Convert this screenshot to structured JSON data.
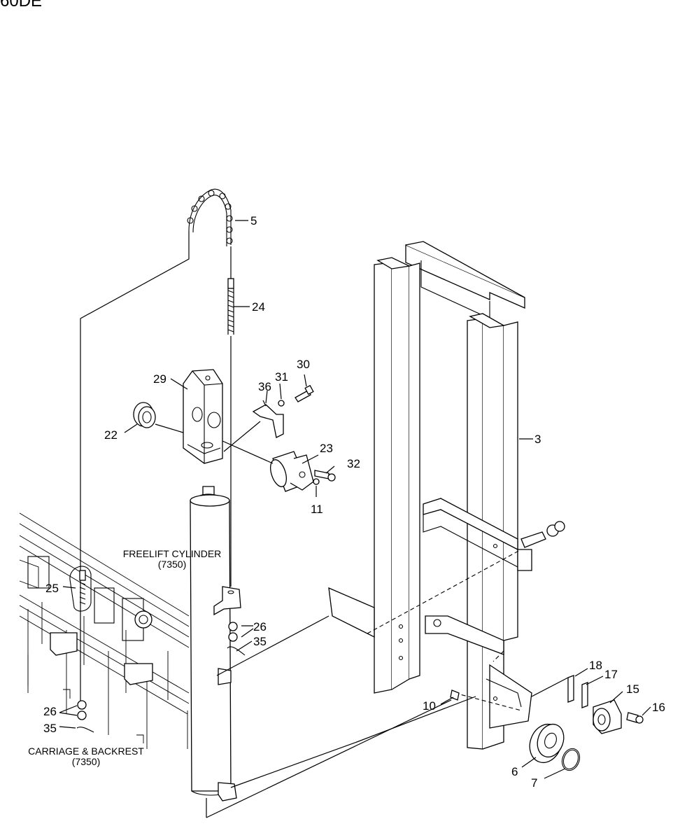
{
  "header": {
    "model_code": "60DE"
  },
  "notes": {
    "freelift_cylinder": {
      "line1": "FREELIFT CYLINDER",
      "line2": "(7350)"
    },
    "carriage_backrest": {
      "line1": "CARRIAGE & BACKREST",
      "line2": "(7350)"
    }
  },
  "callouts": {
    "c3": "3",
    "c5": "5",
    "c6": "6",
    "c7": "7",
    "c10": "10",
    "c11": "11",
    "c15": "15",
    "c16": "16",
    "c17": "17",
    "c18": "18",
    "c22": "22",
    "c23": "23",
    "c24": "24",
    "c25": "25",
    "c26a": "26",
    "c26b": "26",
    "c29": "29",
    "c30": "30",
    "c31": "31",
    "c32": "32",
    "c35a": "35",
    "c35b": "35",
    "c36": "36"
  },
  "icons": [
    "chain-part",
    "anchor-bolt",
    "roller-bearing",
    "mast-frame",
    "freelift-cylinder",
    "carriage-frame"
  ]
}
